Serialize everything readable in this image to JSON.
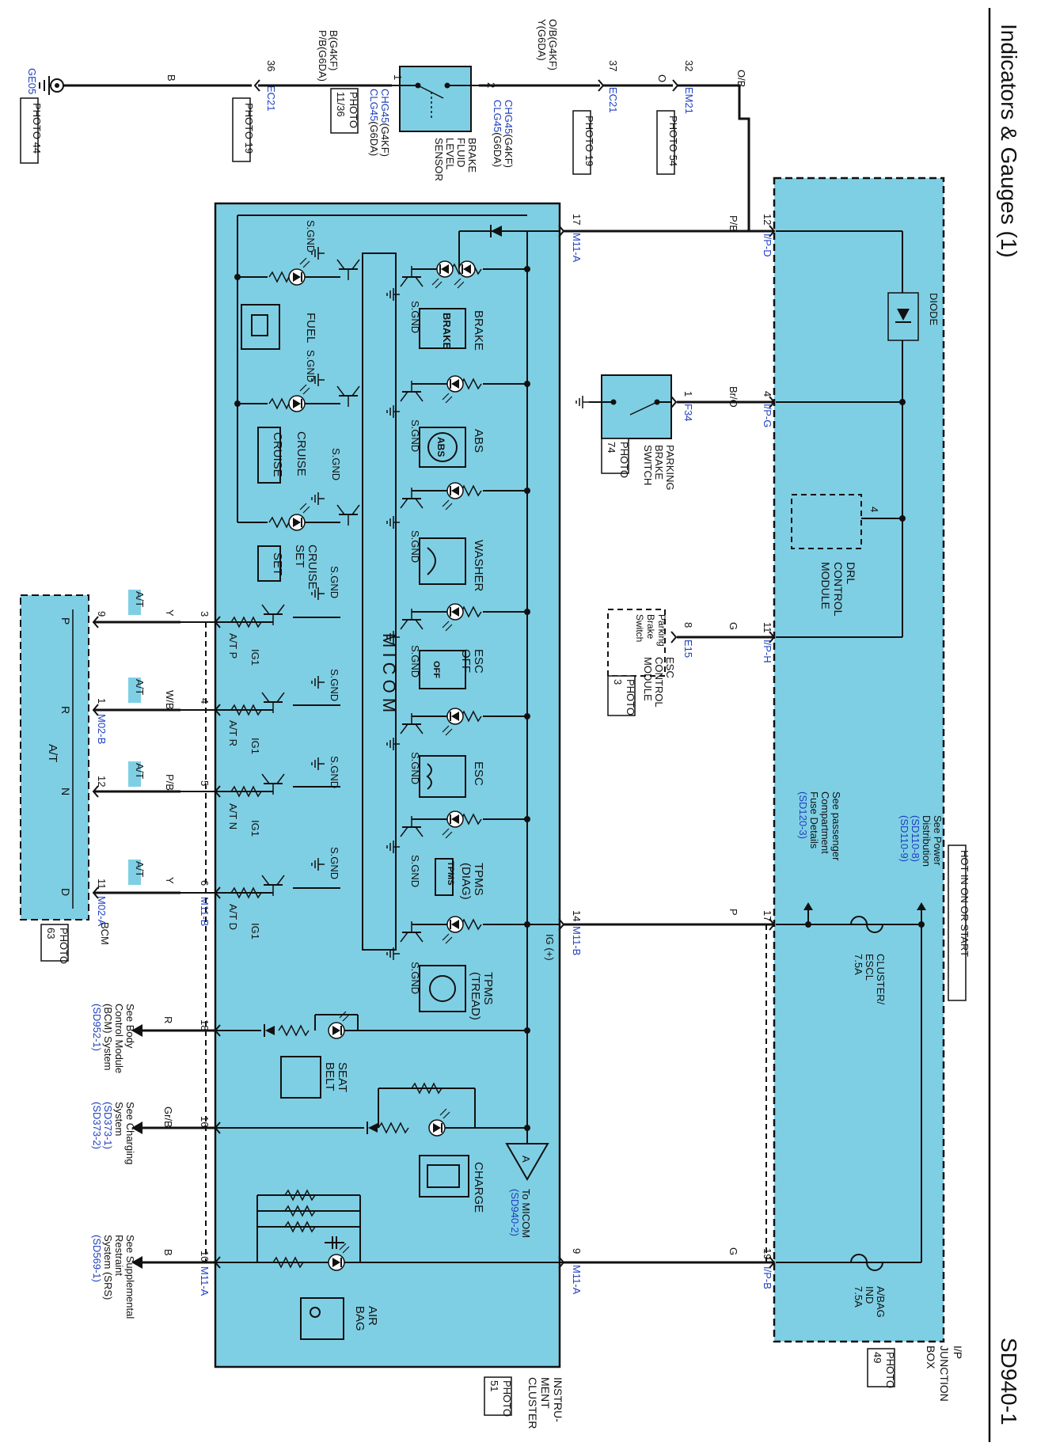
{
  "header": {
    "title": "Indicators & Gauges  (1)",
    "code": "SD940-1"
  },
  "ground": {
    "id": "GE05",
    "photo": "PHOTO 44",
    "wire": "B"
  },
  "ec21_left": {
    "id": "EC21",
    "pin": "36",
    "photo": "PHOTO 19",
    "wire1": "B(G4KF)",
    "wire2": "P/B(G6DA)"
  },
  "brake_fluid": {
    "pin1": "1",
    "pin2": "2",
    "conn1": "CHG45",
    "conn1s": "(G4KF)",
    "conn2": "CLG45",
    "conn2s": "(G6DA)",
    "photo1": "PHOTO",
    "photo2": "11/36",
    "name1": "BRAKE",
    "name2": "FLUID",
    "name3": "LEVEL",
    "name4": "SENSOR",
    "wire1": "O/B(G4KF)",
    "wire2": "Y(G6DA)"
  },
  "ec21_right": {
    "id": "EC21",
    "pin": "37",
    "photo": "PHOTO 19",
    "wire": "O"
  },
  "em21": {
    "id": "EM21",
    "pin": "32",
    "photo": "PHOTO 54",
    "wire": "O/B"
  },
  "jbox": {
    "name1": "I/P",
    "name2": "JUNCTION",
    "name3": "BOX",
    "photo1": "PHOTO",
    "photo2": "49",
    "hot": "HOT IN ON OR START",
    "power1": "See Power",
    "power2": "Distribution",
    "power3": "(SD110-8)",
    "power4": "(SD110-9)",
    "pass1": "See passenger",
    "pass2": "Compartment",
    "pass3": "Fuse Details",
    "pass4": "(SD120-3)",
    "fuse1_1": "CLUSTER/",
    "fuse1_2": "ESCL",
    "fuse1_3": "7.5A",
    "fuse2_1": "A/BAG",
    "fuse2_2": "IND",
    "fuse2_3": "7.5A",
    "diode": "DIODE",
    "drl1": "DRL",
    "drl2": "CONTROL",
    "drl3": "MODULE",
    "drl_pin": "4",
    "ipd": "I/P-D",
    "ipd_pin": "12",
    "ipg": "I/P-G",
    "ipg_pin": "4",
    "iph": "I/P-H",
    "iph_pin": "11",
    "ipb": "I/P-B",
    "ipb_pin": "19",
    "pin17": "17"
  },
  "wires": {
    "pb": "P/B",
    "bro": "Br/O",
    "g": "G",
    "p": "P",
    "g2": "G"
  },
  "parking": {
    "pin": "1",
    "conn": "F34",
    "photo1": "PHOTO",
    "photo2": "74",
    "n1": "PARKING",
    "n2": "BRAKE",
    "n3": "SWITCH"
  },
  "esc_mod": {
    "pin": "8",
    "conn": "E15",
    "photo1": "PHOTO",
    "photo2": "3",
    "n1": "ESC",
    "n2": "CONTROL",
    "n3": "MODULE",
    "s1": "Parking",
    "s2": "Brake",
    "s3": "Switch"
  },
  "cluster": {
    "name1": "INSTRU-",
    "name2": "MENT",
    "name3": "CLUSTER",
    "photo1": "PHOTO",
    "photo2": "51",
    "micom": "M I C O M",
    "m11a_top": "M11-A",
    "m11a_top_pin": "17",
    "m11b_top": "M11-B",
    "m11b_top_pin": "14",
    "m11a_bot": "M11-A",
    "m11a_bot_pin": "9",
    "ig": "IG (+)",
    "to_micom1": "To MICOM",
    "to_micom2": "(SD940-2)",
    "conn_a": "A",
    "m11b_left": "M11-B",
    "m11a_left": "M11-A",
    "pin3": "3",
    "pin4": "4",
    "pin5": "5",
    "pin6": "6",
    "pin18": "18",
    "pin16": "16",
    "pin10": "10"
  },
  "indicators": {
    "brake": "BRAKE",
    "abs": "ABS",
    "washer": "WASHER",
    "escoff1": "ESC",
    "escoff2": "OFF",
    "esc": "ESC",
    "tpmsd1": "TPMS",
    "tpmsd2": "(DIAG)",
    "tpmst1": "TPMS",
    "tpmst2": "(TREAD)",
    "seat1": "SEAT",
    "seat2": "BELT",
    "charge": "CHARGE",
    "airbag1": "AIR",
    "airbag2": "BAG",
    "fuel": "FUEL",
    "cruise": "CRUISE",
    "cruise_icon": "CRUISE",
    "cruiseset1": "CRUISE",
    "cruiseset2": "SET",
    "set_icon": "SET",
    "sgnd": "S.GND",
    "ig1": "IG1",
    "atp": "A/T P",
    "atr": "A/T R",
    "atn": "A/T N",
    "atd": "A/T D",
    "abs_icon": "ABS",
    "brake_icon": "BRAKE",
    "tpms_icon": "TPMS",
    "off_icon": "OFF"
  },
  "bcm": {
    "name": "BCM",
    "photo1": "PHOTO",
    "photo2": "63",
    "at": "A/T",
    "p": "P",
    "r": "R",
    "n": "N",
    "d": "D",
    "pin9": "9",
    "pin1": "1",
    "pin12": "12",
    "pin11": "11",
    "m02b": "M02-B",
    "m02a": "M02-A",
    "wy": "Y",
    "wwb": "W/B",
    "wpb": "P/B",
    "wy2": "Y",
    "tag": "A/T"
  },
  "refs": {
    "bcm1": "See Body",
    "bcm2": "Control Module",
    "bcm3": "(BCM) System",
    "bcm4": "(SD952-1)",
    "bcm_wire": "R",
    "chg1": "See Charging",
    "chg2": "System",
    "chg3": "(SD373-1)",
    "chg4": "(SD373-2)",
    "chg_wire": "Gr/B",
    "srs1": "See Supplemental",
    "srs2": "Restraint",
    "srs3": "System (SRS)",
    "srs4": "(SD569-1)",
    "srs_wire": "B"
  }
}
